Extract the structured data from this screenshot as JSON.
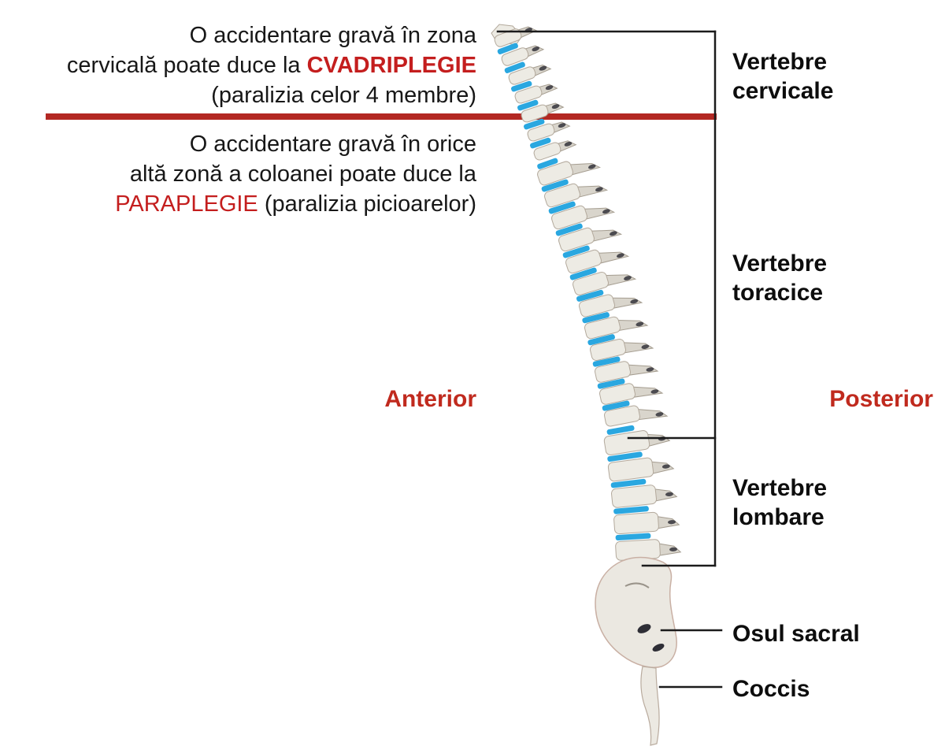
{
  "diagram": {
    "warning_cervical": {
      "line1": "O accidentare gravă în zona",
      "line2_text": "cervicală poate duce la",
      "line2_highlight": "CVADRIPLEGIE",
      "line3": "(paralizia celor 4 membre)"
    },
    "warning_general": {
      "line1": "O accidentare gravă în orice",
      "line2": "altă zonă a coloanei poate duce la",
      "line3_highlight": "PARAPLEGIE",
      "line3_text": "(paralizia picioarelor)"
    },
    "orientation": {
      "anterior": "Anterior",
      "posterior": "Posterior"
    },
    "region_labels": {
      "cervical": "Vertebre cervicale",
      "thoracic": "Vertebre toracice",
      "lumbar": "Vertebre lombare",
      "sacrum": "Osul sacral",
      "coccyx": "Coccis"
    },
    "colors": {
      "accent_red": "#b32823",
      "highlight_red": "#c41e1e",
      "orientation_red": "#c02a1e",
      "disc_blue": "#2aa7e0",
      "line_black": "#1b1b1b",
      "bone_fill": "#edebe4",
      "bone_stroke": "#b3a99c"
    }
  }
}
